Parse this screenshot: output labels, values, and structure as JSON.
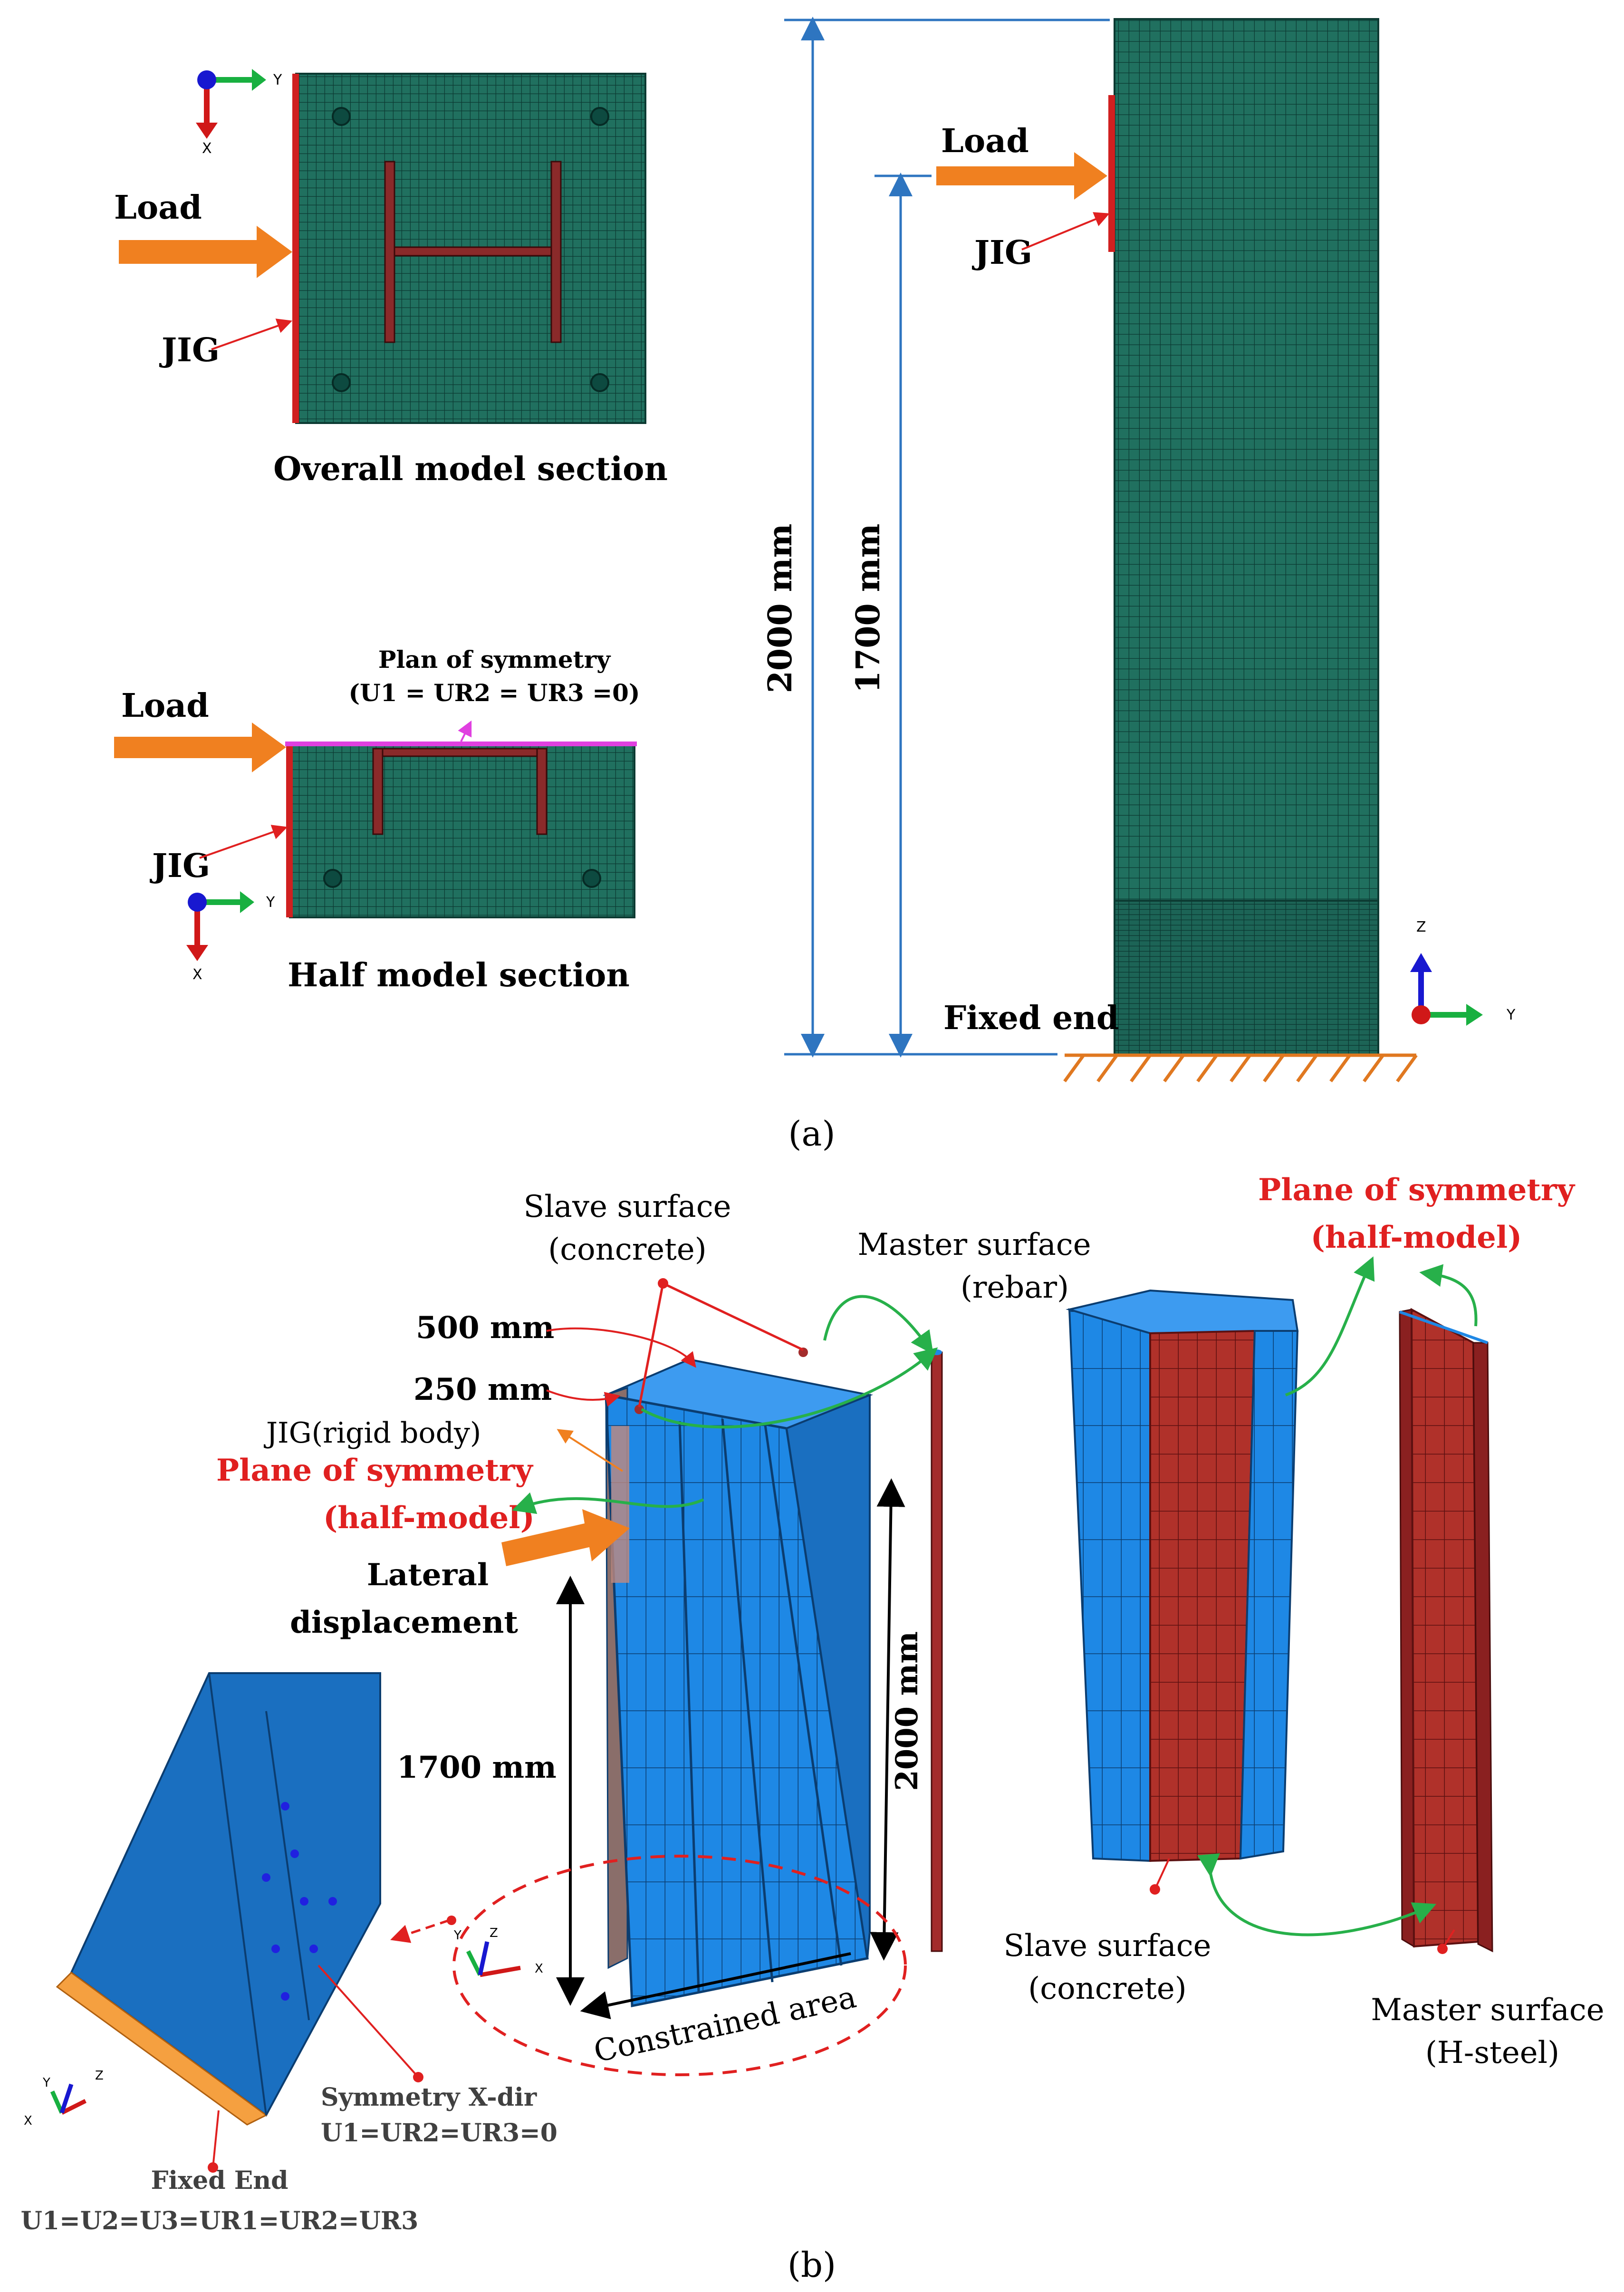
{
  "panel_a": {
    "caption": "(a)",
    "overall_section": {
      "title": "Overall model section",
      "load_label": "Load",
      "jig_label": "JIG",
      "axis_y": "Y",
      "axis_x": "X"
    },
    "half_section": {
      "title": "Half model section",
      "load_label": "Load",
      "jig_label": "JIG",
      "symmetry_title": "Plan of symmetry",
      "symmetry_condition": "(U1 = UR2 = UR3 =0)",
      "axis_y": "Y",
      "axis_x": "X"
    },
    "elevation": {
      "load_label": "Load",
      "jig_label": "JIG",
      "fixed_end_label": "Fixed end",
      "height_total": "2000 mm",
      "height_load": "1700 mm",
      "axis_z": "Z",
      "axis_y": "Y"
    }
  },
  "panel_b": {
    "caption": "(b)",
    "slave_concrete_top": "Slave surface",
    "slave_concrete_top_sub": "(concrete)",
    "master_rebar": "Master surface",
    "master_rebar_sub": "(rebar)",
    "dim_500": "500 mm",
    "dim_250": "250 mm",
    "jig_rigid": "JIG(rigid body)",
    "sym_left_1": "Plane of symmetry",
    "sym_left_2": "(half-model)",
    "sym_right_1": "Plane of symmetry",
    "sym_right_2": "(half-model)",
    "lateral_1": "Lateral",
    "lateral_2": "displacement",
    "dim_1700": "1700 mm",
    "dim_2000": "2000 mm",
    "constrained": "Constrained area",
    "slave_concrete_bottom": "Slave surface",
    "slave_concrete_bottom_sub": "(concrete)",
    "master_hsteel": "Master surface",
    "master_hsteel_sub": "(H-steel)",
    "symmetry_x": "Symmetry X-dir",
    "symmetry_x_cond": "U1=UR2=UR3=0",
    "fixed_end": "Fixed End",
    "fixed_end_cond": "U1=U2=U3=UR1=UR2=UR3",
    "axis_x": "X",
    "axis_y": "Y",
    "axis_z": "Z"
  },
  "colors": {
    "mesh_green": "#1f6b5e",
    "rebar_red": "#a32c2c",
    "arrow_orange": "#f08020",
    "dim_blue": "#2e75c0",
    "concrete_blue": "#1f88e5",
    "steel_red": "#b0312a",
    "callout_green": "#27b04a",
    "symmetry_magenta": "#e040e0",
    "label_red": "#e02020"
  }
}
